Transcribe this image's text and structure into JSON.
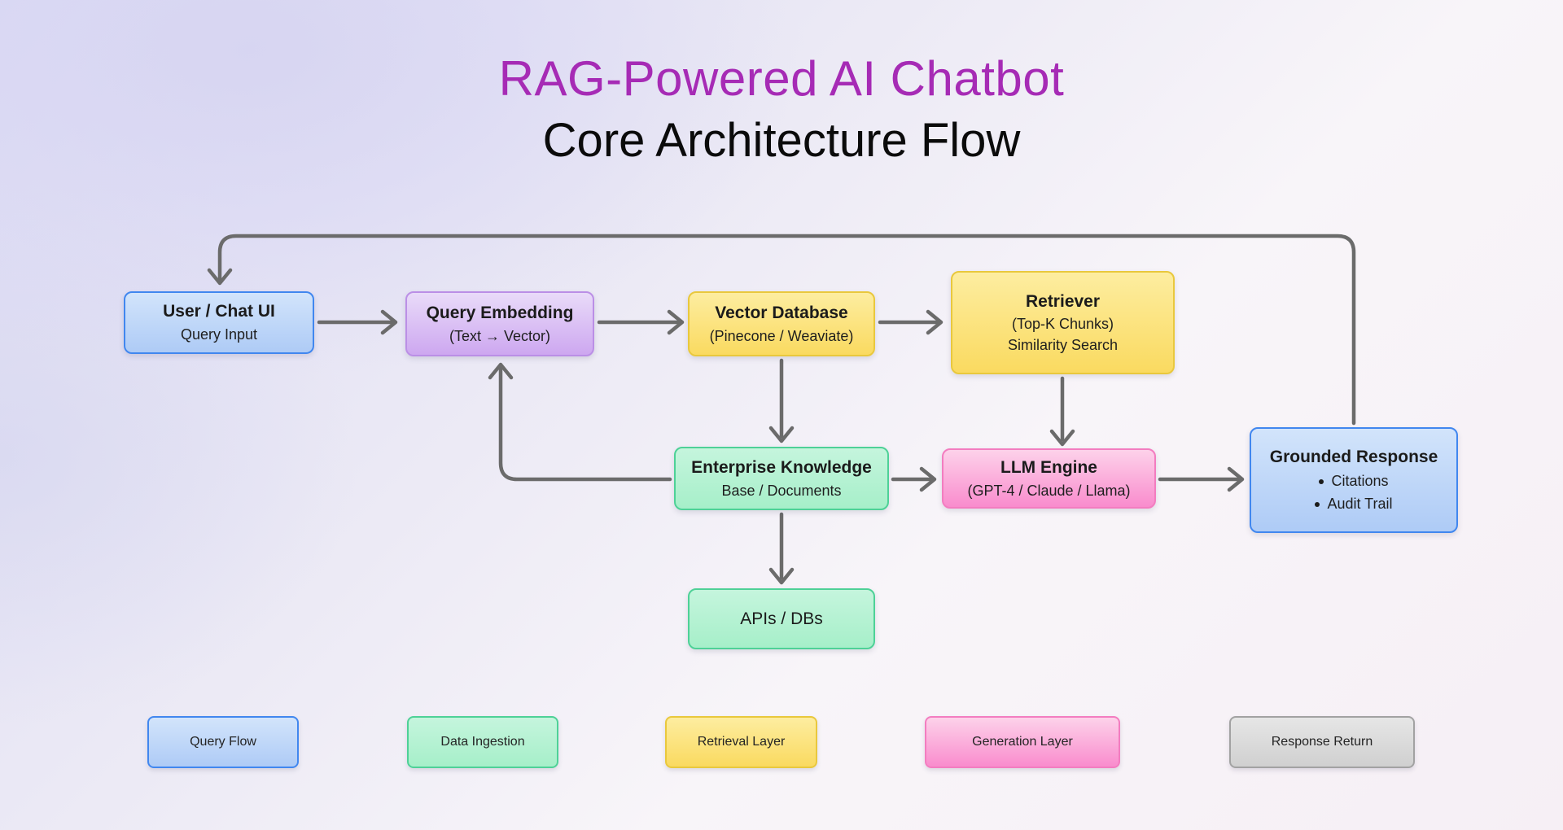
{
  "title": {
    "main": "RAG-Powered AI Chatbot",
    "sub": "Core Architecture Flow"
  },
  "nodes": {
    "user_chat_ui": {
      "title": "User / Chat UI",
      "subtitle": "Query Input"
    },
    "query_embedding": {
      "title": "Query Embedding",
      "subtitle": "(Text → Vector)"
    },
    "vector_database": {
      "title": "Vector Database",
      "subtitle": "(Pinecone / Weaviate)"
    },
    "retriever": {
      "title": "Retriever",
      "subtitle1": "(Top-K Chunks)",
      "subtitle2": "Similarity Search"
    },
    "enterprise_knowledge": {
      "title": "Enterprise Knowledge",
      "subtitle": "Base / Documents"
    },
    "llm_engine": {
      "title": "LLM Engine",
      "subtitle": "(GPT-4 / Claude / Llama)"
    },
    "grounded_response": {
      "title": "Grounded Response",
      "bullets": [
        "Citations",
        "Audit Trail"
      ]
    },
    "apis_dbs": {
      "title": "APIs / DBs"
    }
  },
  "edges": [
    {
      "from": "user_chat_ui",
      "to": "query_embedding"
    },
    {
      "from": "query_embedding",
      "to": "vector_database"
    },
    {
      "from": "vector_database",
      "to": "retriever"
    },
    {
      "from": "vector_database",
      "to": "enterprise_knowledge"
    },
    {
      "from": "retriever",
      "to": "llm_engine"
    },
    {
      "from": "enterprise_knowledge",
      "to": "llm_engine"
    },
    {
      "from": "enterprise_knowledge",
      "to": "query_embedding"
    },
    {
      "from": "enterprise_knowledge",
      "to": "apis_dbs"
    },
    {
      "from": "llm_engine",
      "to": "grounded_response"
    },
    {
      "from": "grounded_response",
      "to": "user_chat_ui"
    }
  ],
  "legend": {
    "items": [
      {
        "label": "Query Flow",
        "color_key": "blue"
      },
      {
        "label": "Data Ingestion",
        "color_key": "green"
      },
      {
        "label": "Retrieval Layer",
        "color_key": "yellow"
      },
      {
        "label": "Generation Layer",
        "color_key": "pink"
      },
      {
        "label": "Response Return",
        "color_key": "gray"
      }
    ]
  },
  "colors": {
    "title_accent": "#a62bb5",
    "arrow": "#6b6b6b",
    "palette": {
      "blue": {
        "fill_top": "#d2e4fb",
        "fill_bottom": "#aecbf6",
        "border": "#4187ef"
      },
      "purple": {
        "fill_top": "#e9dbf9",
        "fill_bottom": "#cda7f0",
        "border": "#bb8fe6"
      },
      "yellow": {
        "fill_top": "#fdeda0",
        "fill_bottom": "#fada60",
        "border": "#e9c83d"
      },
      "green": {
        "fill_top": "#c5f5dd",
        "fill_bottom": "#a6efc9",
        "border": "#4ed197"
      },
      "pink": {
        "fill_top": "#fdd2ea",
        "fill_bottom": "#f98ccd",
        "border": "#f37dc0"
      },
      "gray": {
        "fill_top": "#e6e6e6",
        "fill_bottom": "#d0d0d0",
        "border": "#a2a2a2"
      }
    }
  }
}
